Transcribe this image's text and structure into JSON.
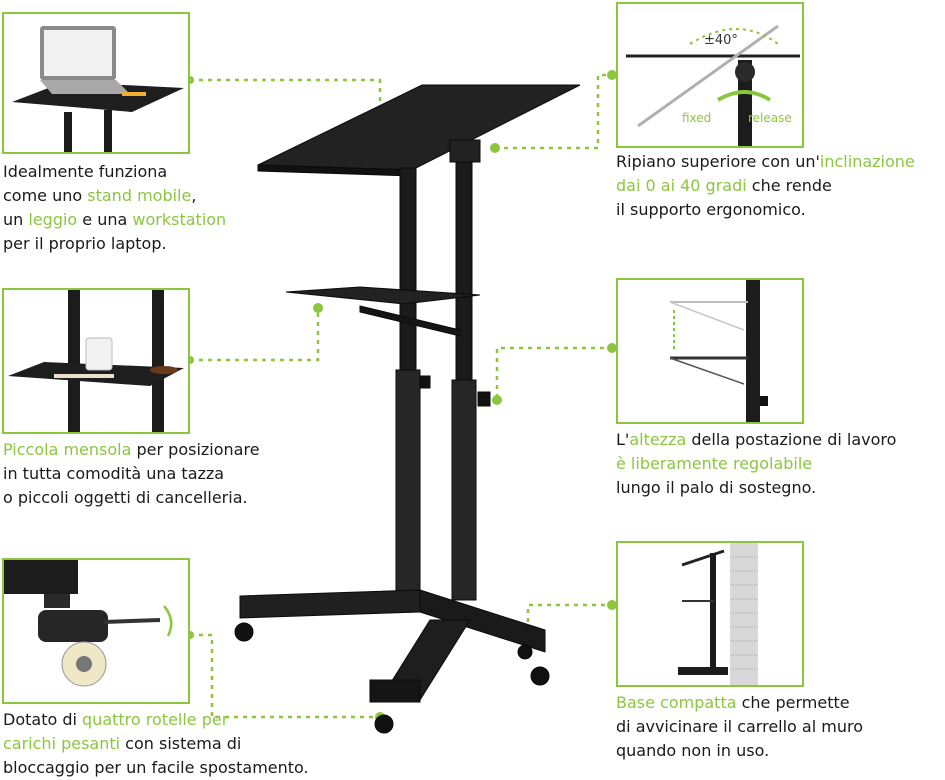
{
  "colors": {
    "accent": "#8cc63f",
    "product": "#1c1c1c",
    "text": "#1a1a1a"
  },
  "panels": {
    "laptop": {
      "icon": "laptop-on-stand-image",
      "lines": [
        [
          {
            "t": "Idealmente funziona",
            "h": false
          }
        ],
        [
          {
            "t": "come uno ",
            "h": false
          },
          {
            "t": "stand mobile",
            "h": true
          },
          {
            "t": ",",
            "h": false
          }
        ],
        [
          {
            "t": "un ",
            "h": false
          },
          {
            "t": "leggio",
            "h": true
          },
          {
            "t": " e una ",
            "h": false
          },
          {
            "t": "workstation",
            "h": true
          }
        ],
        [
          {
            "t": "per il proprio laptop.",
            "h": false
          }
        ]
      ]
    },
    "tilt": {
      "icon": "tilt-top-image",
      "angle": "±40°",
      "fixed": "fixed",
      "release": "release",
      "lines": [
        [
          {
            "t": "Ripiano superiore con un'",
            "h": false
          },
          {
            "t": "inclinazione",
            "h": true
          }
        ],
        [
          {
            "t": "dai 0 ai 40 gradi",
            "h": true
          },
          {
            "t": " che rende",
            "h": false
          }
        ],
        [
          {
            "t": "il supporto ergonomico.",
            "h": false
          }
        ]
      ]
    },
    "shelf": {
      "icon": "small-shelf-image",
      "lines": [
        [
          {
            "t": "Piccola mensola",
            "h": true
          },
          {
            "t": " per posizionare",
            "h": false
          }
        ],
        [
          {
            "t": "in tutta comodità una tazza",
            "h": false
          }
        ],
        [
          {
            "t": "o piccoli oggetti di cancelleria.",
            "h": false
          }
        ]
      ]
    },
    "height": {
      "icon": "height-adjust-image",
      "lines": [
        [
          {
            "t": "L'",
            "h": false
          },
          {
            "t": "altezza",
            "h": true
          },
          {
            "t": " della postazione di lavoro",
            "h": false
          }
        ],
        [
          {
            "t": "è liberamente regolabile",
            "h": true
          }
        ],
        [
          {
            "t": "lungo il palo di sostegno.",
            "h": false
          }
        ]
      ]
    },
    "wheels": {
      "icon": "caster-wheel-image",
      "lines": [
        [
          {
            "t": "Dotato di ",
            "h": false
          },
          {
            "t": "quattro rotelle per",
            "h": true
          }
        ],
        [
          {
            "t": "carichi pesanti",
            "h": true
          },
          {
            "t": " con sistema di",
            "h": false
          }
        ],
        [
          {
            "t": "bloccaggio per un facile spostamento.",
            "h": false
          }
        ]
      ]
    },
    "base": {
      "icon": "compact-base-wall-image",
      "lines": [
        [
          {
            "t": "Base compatta",
            "h": true
          },
          {
            "t": " che permette",
            "h": false
          }
        ],
        [
          {
            "t": "di avvicinare il carrello al muro",
            "h": false
          }
        ],
        [
          {
            "t": "quando non in uso.",
            "h": false
          }
        ]
      ]
    }
  }
}
